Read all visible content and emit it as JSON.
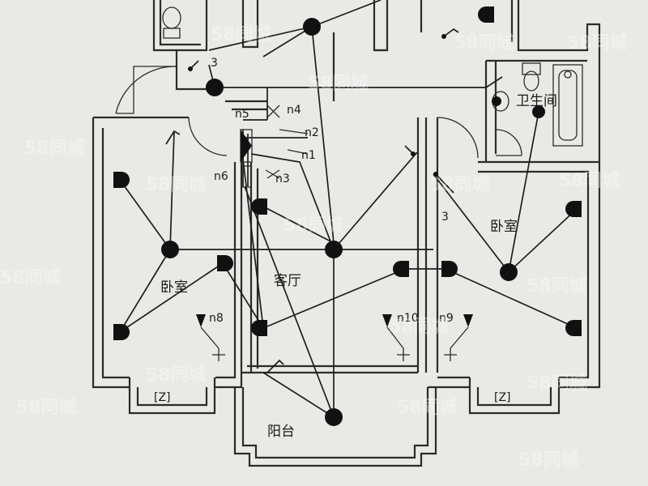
{
  "rooms": {
    "bedroom_left": "卧室",
    "living_room": "客厅",
    "bedroom_right": "卧室",
    "bathroom": "卫生间",
    "balcony": "阳台"
  },
  "circuit_labels": {
    "n1": "n1",
    "n2": "n2",
    "n3": "n3",
    "n4": "n4",
    "n5": "n5",
    "n6": "n6",
    "n8": "n8",
    "n9": "n9",
    "n10": "n10"
  },
  "switch_counts": {
    "top": "3",
    "right_bedroom": "3"
  },
  "window_marks": {
    "left": "[Z]",
    "right": "[Z]"
  },
  "watermark": "58同城"
}
